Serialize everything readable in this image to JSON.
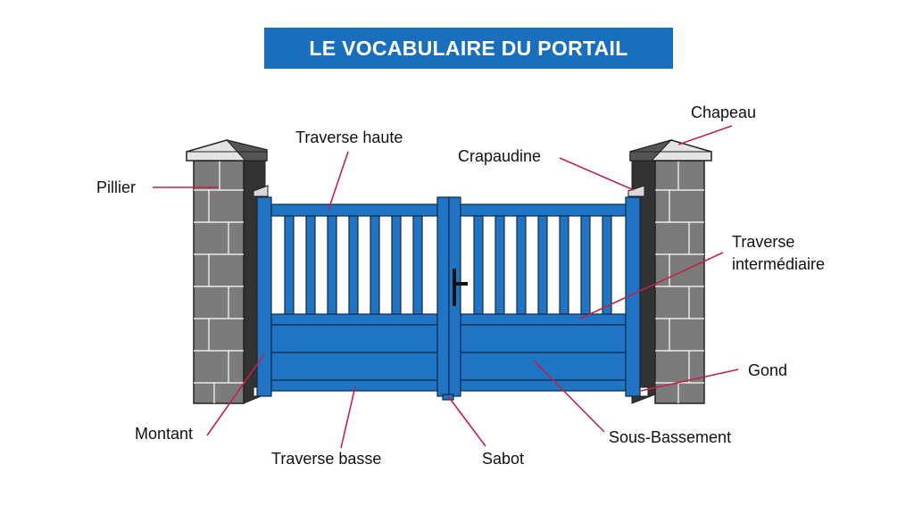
{
  "title": "LE VOCABULAIRE DU PORTAIL",
  "colors": {
    "title_bg": "#1a6fbd",
    "gate_blue": "#1f74c4",
    "gate_dark": "#16528c",
    "pillar_gray": "#7a7a7a",
    "pillar_dark": "#3a3a3a",
    "cap_light": "#e2e2e2",
    "leader_line": "#c0224a"
  },
  "labels": {
    "chapeau": "Chapeau",
    "traverse_haute": "Traverse haute",
    "crapaudine": "Crapaudine",
    "pillier": "Pillier",
    "traverse_intermediaire_1": "Traverse",
    "traverse_intermediaire_2": "intermédiaire",
    "gond": "Gond",
    "montant": "Montant",
    "traverse_basse": "Traverse basse",
    "sabot": "Sabot",
    "sous_bassement": "Sous-Bassement"
  },
  "icons": {
    "handle": "gate-handle-icon"
  }
}
